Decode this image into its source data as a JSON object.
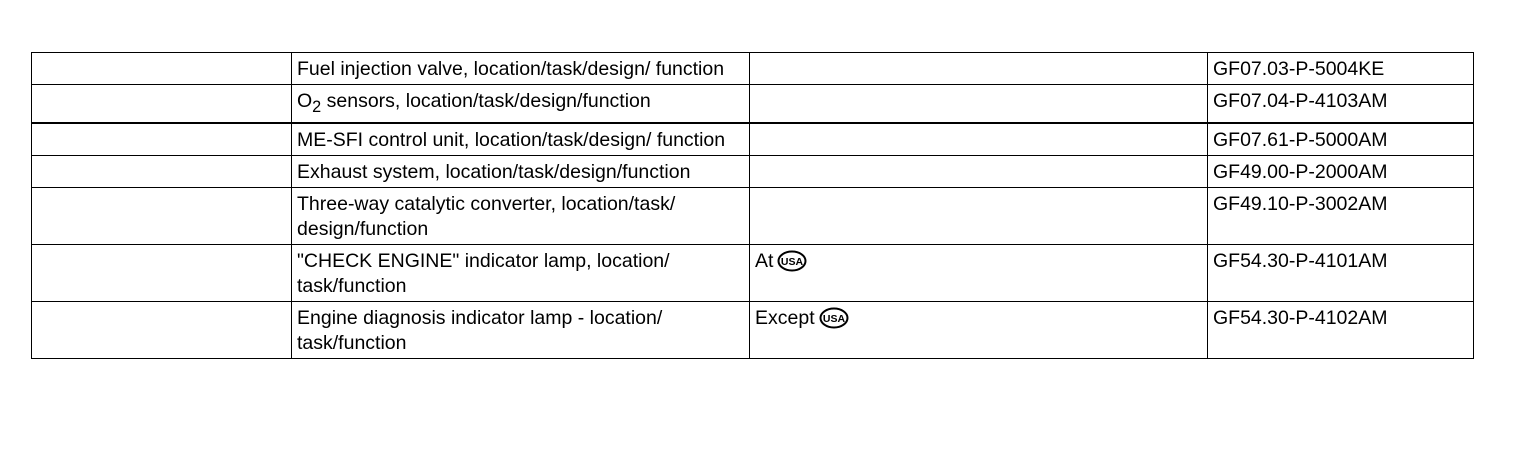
{
  "table": {
    "rows": [
      {
        "col1": "",
        "title": "Fuel injection valve, location/task/design/ function",
        "note": "",
        "note_icon": null,
        "code": "GF07.03-P-5004KE"
      },
      {
        "col1": "",
        "title_prefix": "O",
        "title_sub": "2",
        "title": " sensors, location/task/design/function",
        "note": "",
        "note_icon": null,
        "code": "GF07.04-P-4103AM"
      },
      {
        "col1": "",
        "title": "ME-SFI control unit, location/task/design/ function",
        "note": "",
        "note_icon": null,
        "code": "GF07.61-P-5000AM"
      },
      {
        "col1": "",
        "title": "Exhaust system, location/task/design/function",
        "note": "",
        "note_icon": null,
        "code": "GF49.00-P-2000AM"
      },
      {
        "col1": "",
        "title": "Three-way catalytic converter, location/task/ design/function",
        "note": "",
        "note_icon": null,
        "code": "GF49.10-P-3002AM"
      },
      {
        "col1": "",
        "title": "\"CHECK ENGINE\" indicator lamp, location/ task/function",
        "note": "At",
        "note_icon": "usa-badge-icon",
        "code": "GF54.30-P-4101AM"
      },
      {
        "col1": "",
        "title": "Engine diagnosis indicator lamp - location/ task/function",
        "note": "Except",
        "note_icon": "usa-badge-icon",
        "code": "GF54.30-P-4102AM"
      }
    ],
    "badge_text": "USA"
  }
}
